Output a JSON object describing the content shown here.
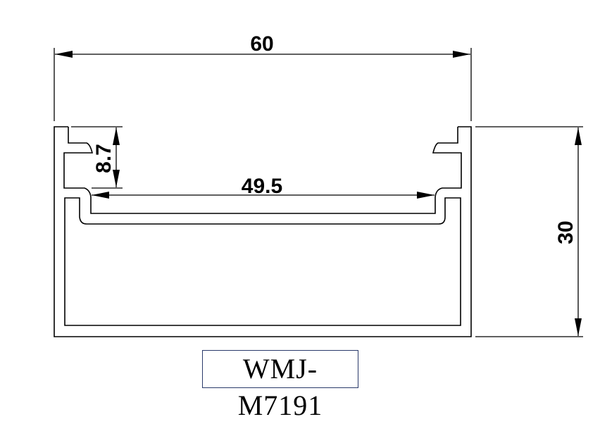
{
  "drawing": {
    "dimensions": {
      "width": "60",
      "height": "30",
      "groove_depth": "8.7",
      "inner_width": "49.5"
    },
    "model_label": "WMJ-M7191",
    "colors": {
      "line": "#000000",
      "label_border": "#2a3a6a"
    }
  }
}
